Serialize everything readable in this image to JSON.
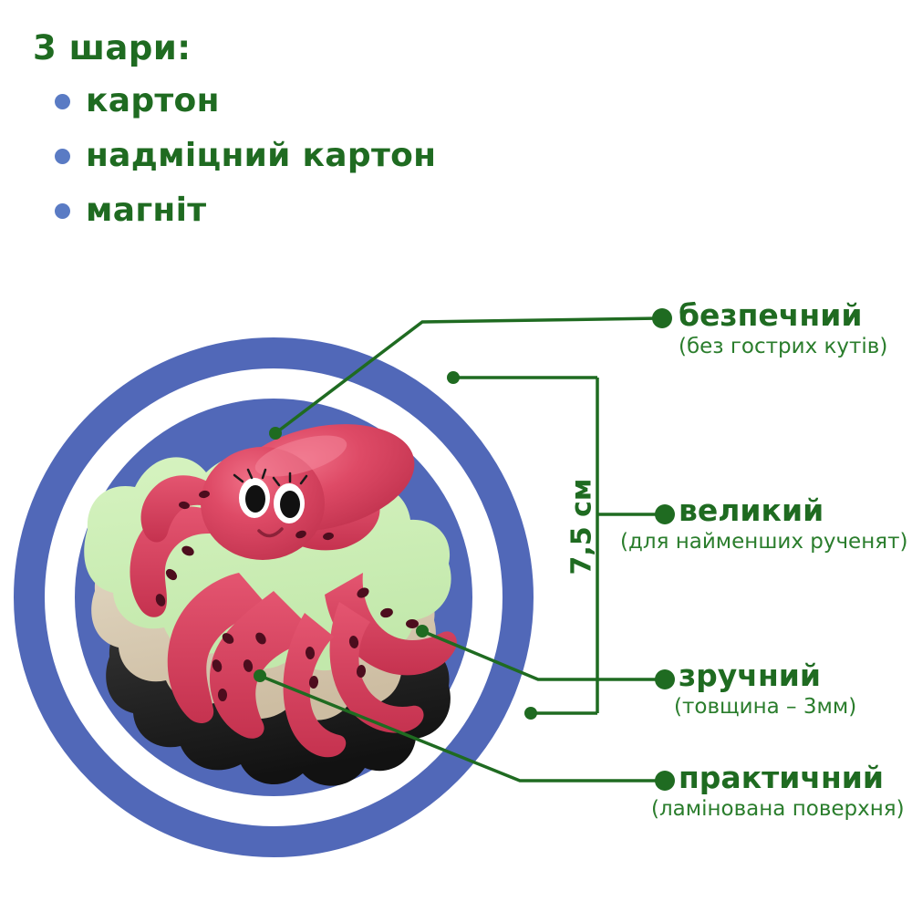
{
  "header": {
    "title": "3 шари:",
    "bullet_color": "#5a7bc4",
    "text_color": "#1f6b21",
    "layers": [
      {
        "label": "картон"
      },
      {
        "label": "надміцний картон"
      },
      {
        "label": "магніт"
      }
    ]
  },
  "badge": {
    "ring_color": "#5168b8",
    "disc_color": "#5168b8",
    "gap_color": "#ffffff"
  },
  "product": {
    "top_layer_color": "#cdefb6",
    "middle_layer_color": "#ded0ba",
    "bottom_layer_color": "#1c1c1c",
    "creature": "octopus",
    "creature_color": "#d9405e"
  },
  "dimension": {
    "value": "7,5 см",
    "line_color": "#1f6b21"
  },
  "callouts": [
    {
      "id": "safe",
      "title": "безпечний",
      "subtitle": "(без гострих кутів)"
    },
    {
      "id": "big",
      "title": "великий",
      "subtitle": "(для найменших рученят)"
    },
    {
      "id": "handy",
      "title": "зручний",
      "subtitle": "(товщина – 3мм)"
    },
    {
      "id": "practical",
      "title": "практичний",
      "subtitle": "(ламінована поверхня)"
    }
  ],
  "leader_line_color": "#1f6b21"
}
